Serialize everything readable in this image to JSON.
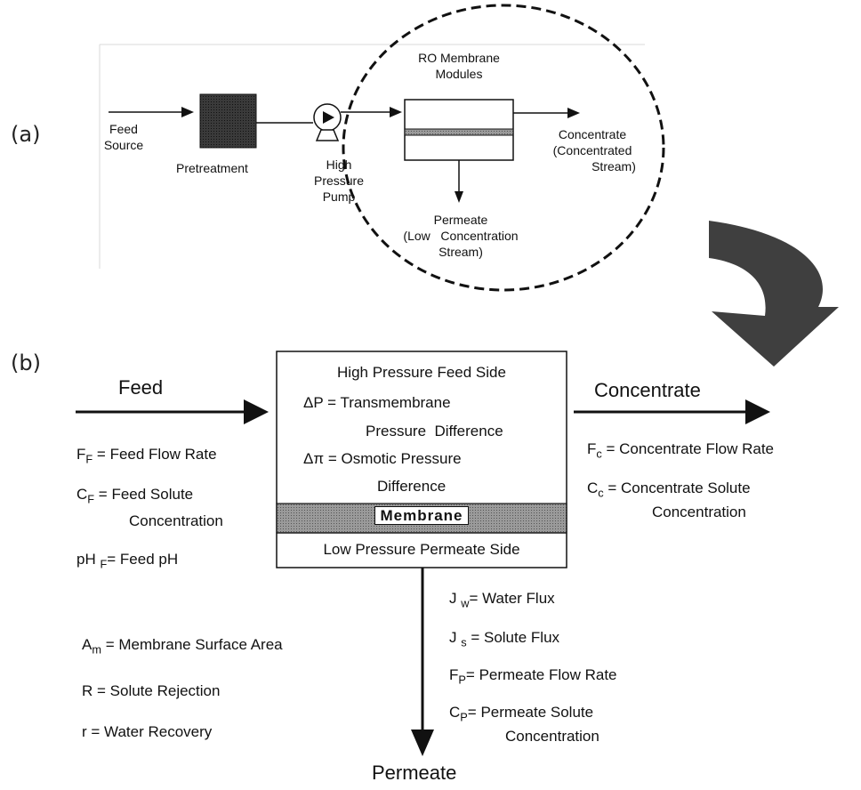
{
  "panel_a": {
    "label": "(a)",
    "feed_source": [
      "Feed",
      "Source"
    ],
    "pretreatment": "Pretreatment",
    "pump": [
      "High",
      "Pressure",
      "Pump"
    ],
    "module_title": [
      "RO Membrane",
      "Modules"
    ],
    "concentrate": [
      "Concentrate",
      "(Concentrated",
      "Stream)"
    ],
    "permeate": [
      "Permeate",
      "(Low   Concentration",
      "Stream)"
    ]
  },
  "panel_b": {
    "label": "(b)",
    "feed": "Feed",
    "concentrate": "Concentrate",
    "permeate": "Permeate",
    "box": {
      "high_side": "High Pressure Feed Side",
      "dp_sym": "ΔP",
      "dp_text": [
        "Transmembrane",
        "Pressure  Difference"
      ],
      "dpi_sym": "Δπ",
      "dpi_text": [
        "Osmotic Pressure",
        "Difference"
      ],
      "membrane": "Membrane",
      "low_side": "Low Pressure Permeate Side"
    },
    "feed_vars": [
      {
        "sym": "F",
        "sub": "F",
        "text": "Feed Flow Rate"
      },
      {
        "sym": "C",
        "sub": "F",
        "text": "Feed Solute",
        "text2": "Concentration"
      },
      {
        "sym": "pH ",
        "sub": "F",
        "text": "Feed pH"
      }
    ],
    "conc_vars": [
      {
        "sym": "F",
        "sub": "c",
        "text": "Concentrate Flow Rate"
      },
      {
        "sym": "C",
        "sub": "c",
        "text": "Concentrate Solute",
        "text2": "Concentration"
      }
    ],
    "perm_vars": [
      {
        "sym": "J ",
        "sub": "w",
        "text": "Water Flux"
      },
      {
        "sym": "J ",
        "sub": "s",
        "text": "Solute Flux"
      },
      {
        "sym": "F",
        "sub": "P",
        "text": "Permeate Flow Rate"
      },
      {
        "sym": "C",
        "sub": "P",
        "text": "Permeate Solute",
        "text2": "Concentration"
      }
    ],
    "other_vars": [
      {
        "sym": "A",
        "sub": "m",
        "text": "Membrane Surface Area"
      },
      {
        "sym": "R",
        "sub": "",
        "text": "Solute Rejection"
      },
      {
        "sym": "r",
        "sub": "",
        "text": "Water Recovery"
      }
    ]
  },
  "colors": {
    "ink": "#111111",
    "curved_arrow": "#3f3f3f",
    "membrane_fill": "#6e6e6e"
  }
}
